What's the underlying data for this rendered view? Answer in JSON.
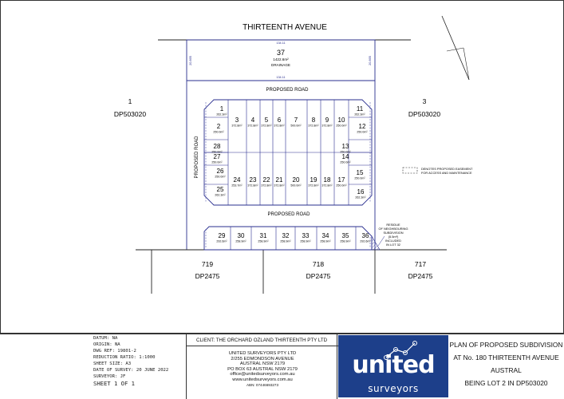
{
  "roads": {
    "top": "THIRTEENTH    AVENUE",
    "proposed_top": "PROPOSED ROAD",
    "proposed_mid": "PROPOSED ROAD",
    "proposed_left": "PROPOSED ROAD"
  },
  "neighbours": [
    {
      "lot": "1",
      "dp": "DP503020"
    },
    {
      "lot": "3",
      "dp": "DP503020"
    },
    {
      "lot": "719",
      "dp": "DP2475"
    },
    {
      "lot": "718",
      "dp": "DP2475"
    },
    {
      "lot": "717",
      "dp": "DP2475"
    }
  ],
  "drainage_lot": {
    "number": "37",
    "area": "1422.6m²",
    "use": "DRAINAGE"
  },
  "dimensions": {
    "drainage_top": "134.11",
    "drainage_bottom": "134.11",
    "drainage_left": "20.895",
    "drainage_right": "20.895"
  },
  "lots": [
    {
      "n": "1",
      "a": "262.3m²"
    },
    {
      "n": "2",
      "a": "250.0m²"
    },
    {
      "n": "3",
      "a": "372.8m²"
    },
    {
      "n": "4",
      "a": "372.8m²"
    },
    {
      "n": "5",
      "a": "372.8m²"
    },
    {
      "n": "6",
      "a": "372.8m²"
    },
    {
      "n": "7",
      "a": "500.0m²"
    },
    {
      "n": "8",
      "a": "372.8m²"
    },
    {
      "n": "9",
      "a": "372.8m²"
    },
    {
      "n": "10",
      "a": "250.0m²"
    },
    {
      "n": "11",
      "a": "262.3m²"
    },
    {
      "n": "12",
      "a": "250.0m²"
    },
    {
      "n": "13",
      "a": "250.0m²"
    },
    {
      "n": "14",
      "a": "250.0m²"
    },
    {
      "n": "15",
      "a": "250.0m²"
    },
    {
      "n": "16",
      "a": "262.3m²"
    },
    {
      "n": "17",
      "a": "250.0m²"
    },
    {
      "n": "18",
      "a": "372.8m²"
    },
    {
      "n": "19",
      "a": "372.8m²"
    },
    {
      "n": "20",
      "a": "500.0m²"
    },
    {
      "n": "21",
      "a": "372.8m²"
    },
    {
      "n": "22",
      "a": "372.8m²"
    },
    {
      "n": "23",
      "a": "372.8m²"
    },
    {
      "n": "24",
      "a": "253.7m²"
    },
    {
      "n": "25",
      "a": "262.3m²"
    },
    {
      "n": "26",
      "a": "250.0m²"
    },
    {
      "n": "27",
      "a": "250.0m²"
    },
    {
      "n": "28",
      "a": "250.0m²"
    },
    {
      "n": "29",
      "a": "292.6m²"
    },
    {
      "n": "30",
      "a": "258.9m²"
    },
    {
      "n": "31",
      "a": "258.9m²"
    },
    {
      "n": "32",
      "a": "258.9m²"
    },
    {
      "n": "33",
      "a": "258.9m²"
    },
    {
      "n": "34",
      "a": "258.9m²"
    },
    {
      "n": "35",
      "a": "258.9m²"
    },
    {
      "n": "36",
      "a": "292.6m²"
    }
  ],
  "legend": {
    "line1": "DENOTES PROPOSED EASEMENT",
    "line2": "FOR ACCESS AND MAINTENANCE"
  },
  "residue_note": [
    "RESIDUE",
    "OF NEIGHBOURING",
    "SUBDIVISION",
    "(5.5m²)",
    "INCLUDED",
    "IN LOT 32"
  ],
  "info": {
    "datum": "DATUM: NA",
    "origin": "ORIGIN: NA",
    "dwg_ref": "DWG REF: 19801-2",
    "ratio": "REDUCTION RATIO: 1:1000",
    "sheet_size": "SHEET SIZE: A3",
    "date": "DATE OF SURVEY: 20 JUNE 2022",
    "surveyor": "SURVEYOR: JF",
    "sheet": "SHEET 1 OF 1"
  },
  "client": {
    "line": "CLIENT: THE ORCHARD OZLAND THIRTEENTH PTY LTD",
    "company": "UNITED SURVEYORS PTY LTD",
    "addr1": "2/255 EDMONDSON AVENUE",
    "addr2": "AUSTRAL NSW 2179",
    "po": "PO BOX 63 AUSTRAL NSW 2179",
    "email": "office@unitedsurveyors.com.au",
    "web": "www.unitedsurveyors.com.au",
    "abn": "ABN: 07446693273"
  },
  "logo": {
    "word1": "united",
    "word2": "surveyors"
  },
  "plan": {
    "line1": "PLAN OF PROPOSED SUBDIVISION",
    "line2": "AT No. 180 THIRTEENTH AVENUE",
    "line3": "AUSTRAL",
    "line4": "BEING LOT 2 IN DP503020"
  },
  "colors": {
    "lot_line": "#2a2f8f",
    "easement": "#5a5fb0",
    "logo_bg": "#1d3f8a"
  }
}
